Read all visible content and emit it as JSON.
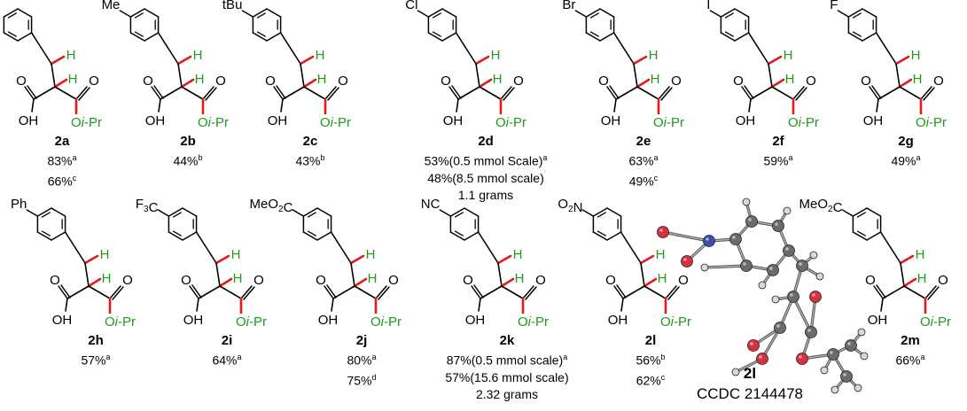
{
  "compounds": [
    {
      "id": "2a",
      "sub": "",
      "yields": [
        {
          "v": "83%",
          "s": "a"
        },
        {
          "v": "66%",
          "s": "c"
        }
      ],
      "extra": ""
    },
    {
      "id": "2b",
      "sub": "Me",
      "yields": [
        {
          "v": "44%",
          "s": "b"
        }
      ],
      "extra": ""
    },
    {
      "id": "2c",
      "sub": "tBu",
      "yields": [
        {
          "v": "43%",
          "s": "b"
        }
      ],
      "extra": ""
    },
    {
      "id": "2d",
      "sub": "Cl",
      "yields": [
        {
          "v": "53%(0.5 mmol Scale)",
          "s": "a"
        },
        {
          "v": "48%(8.5 mmol scale)",
          "s": ""
        }
      ],
      "extra": "1.1 grams"
    },
    {
      "id": "2e",
      "sub": "Br",
      "yields": [
        {
          "v": "63%",
          "s": "a"
        },
        {
          "v": "49%",
          "s": "c"
        }
      ],
      "extra": ""
    },
    {
      "id": "2f",
      "sub": "I",
      "yields": [
        {
          "v": "59%",
          "s": "a"
        }
      ],
      "extra": ""
    },
    {
      "id": "2g",
      "sub": "F",
      "yields": [
        {
          "v": "49%",
          "s": "a"
        }
      ],
      "extra": ""
    },
    {
      "id": "2h",
      "sub": "Ph",
      "yields": [
        {
          "v": "57%",
          "s": "a"
        }
      ],
      "extra": ""
    },
    {
      "id": "2i",
      "sub": "F3C",
      "yields": [
        {
          "v": "64%",
          "s": "a"
        }
      ],
      "extra": ""
    },
    {
      "id": "2j",
      "sub": "MeO2C",
      "yields": [
        {
          "v": "80%",
          "s": "a"
        },
        {
          "v": "75%",
          "s": "d"
        }
      ],
      "extra": ""
    },
    {
      "id": "2k",
      "sub": "NC",
      "yields": [
        {
          "v": "87%(0.5 mmol scale)",
          "s": "a"
        },
        {
          "v": "57%(15.6 mmol scale)",
          "s": ""
        }
      ],
      "extra": "2.32 grams"
    },
    {
      "id": "2l",
      "sub": "O2N",
      "yields": [
        {
          "v": "56%",
          "s": "b"
        },
        {
          "v": "62%",
          "s": "c"
        }
      ],
      "extra": ""
    },
    {
      "id": "2m",
      "sub": "MeO2C",
      "yields": [
        {
          "v": "66%",
          "s": "a"
        }
      ],
      "extra": ""
    }
  ],
  "atoms": {
    "h": "H",
    "o": "O",
    "oh": "OH",
    "oipr": "Oi-Pr"
  },
  "crystal": {
    "label": "2l",
    "ccdc": "CCDC 2144478"
  },
  "colors": {
    "red": "#e41a1c",
    "green": "#1f9a1f",
    "black": "#000000"
  }
}
